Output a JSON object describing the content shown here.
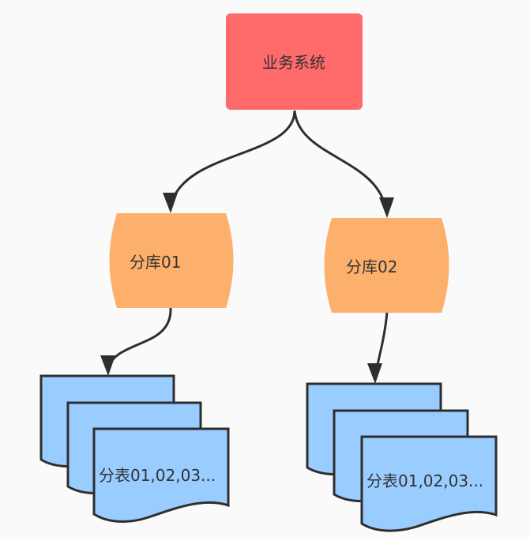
{
  "diagram": {
    "root": {
      "label": "业务系统",
      "color": "#ff6b6b"
    },
    "databases": [
      {
        "label": "分库01",
        "color": "#fdb06b"
      },
      {
        "label": "分库02",
        "color": "#fdb06b"
      }
    ],
    "tables": [
      {
        "label": "分表01,02,03...",
        "color": "#99ccff"
      },
      {
        "label": "分表01,02,03...",
        "color": "#99ccff"
      }
    ],
    "connector_color": "#2e2e2e"
  }
}
